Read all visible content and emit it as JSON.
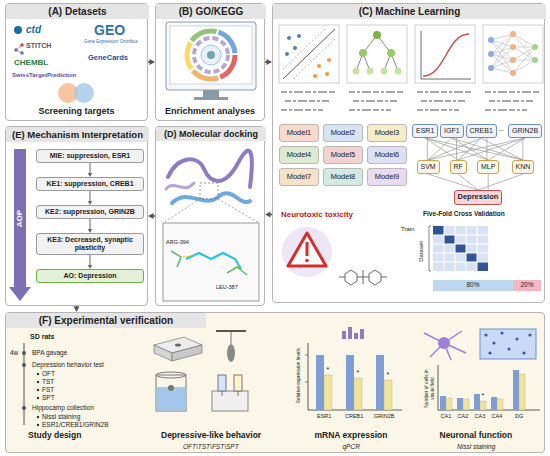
{
  "diagram": {
    "nodes": [
      {
        "text": [
          "(A) Detasets",
          "Screening targets"
        ]
      },
      {
        "text": [
          "(B) GO/KEGG",
          "Enrichment analyses"
        ]
      },
      {
        "text": [
          "(C) Machine Learning"
        ]
      },
      {
        "text": [
          "Model1"
        ],
        "in": 2
      },
      {
        "text": [
          "Model2"
        ],
        "in": 2
      },
      {
        "text": [
          "Model3"
        ],
        "in": 2
      },
      {
        "text": [
          "Model4"
        ],
        "in": 2
      },
      {
        "text": [
          "Model5"
        ],
        "in": 2
      },
      {
        "text": [
          "Model6"
        ],
        "in": 2
      },
      {
        "text": [
          "Model7"
        ],
        "in": 2
      },
      {
        "text": [
          "Model8"
        ],
        "in": 2
      },
      {
        "text": [
          "Model9"
        ],
        "in": 2
      },
      {
        "text": [
          "ESR1"
        ],
        "in": 2
      },
      {
        "text": [
          "IGF1"
        ],
        "in": 2
      },
      {
        "text": [
          "CREB1"
        ],
        "in": 2
      },
      {
        "text": [
          "GRIN2B"
        ],
        "in": 2
      },
      {
        "text": [
          "SVM"
        ],
        "in": 2
      },
      {
        "text": [
          "RF"
        ],
        "in": 2
      },
      {
        "text": [
          "MLP"
        ],
        "in": 2
      },
      {
        "text": [
          "KNN"
        ],
        "in": 2
      },
      {
        "text": [
          "Depression"
        ],
        "in": 2
      },
      {
        "text": [
          "(D) Molecular docking"
        ]
      },
      {
        "text": [
          "(E) Mechanism Interpretation"
        ]
      },
      {
        "text": [
          "MIE: suppression, ESR1"
        ],
        "in": 22
      },
      {
        "text": [
          "KE1: suppression, CREB1"
        ],
        "in": 22
      },
      {
        "text": [
          "KE2: suppression, GRIN2B"
        ],
        "in": 22
      },
      {
        "text": [
          "KE3: Decreased, synaptic plasticity"
        ],
        "in": 22
      },
      {
        "text": [
          "AO: Depression"
        ],
        "in": 22
      },
      {
        "text": [
          "(F) Experimental verification"
        ]
      }
    ],
    "edges": [
      {
        "from": 0,
        "to": 1,
        "arrow": "to"
      },
      {
        "from": 1,
        "to": 2,
        "arrow": "to"
      },
      {
        "from": 2,
        "to": 21,
        "arrow": "to"
      },
      {
        "from": 21,
        "to": 22,
        "arrow": "to"
      },
      {
        "from": 22,
        "to": 28,
        "arrow": "to"
      },
      {
        "from": 12,
        "to": 16,
        "arrow": "none"
      },
      {
        "from": 12,
        "to": 17,
        "arrow": "none"
      },
      {
        "from": 12,
        "to": 18,
        "arrow": "none"
      },
      {
        "from": 12,
        "to": 19,
        "arrow": "none"
      },
      {
        "from": 13,
        "to": 16,
        "arrow": "none"
      },
      {
        "from": 13,
        "to": 17,
        "arrow": "none"
      },
      {
        "from": 13,
        "to": 18,
        "arrow": "none"
      },
      {
        "from": 13,
        "to": 19,
        "arrow": "none"
      },
      {
        "from": 14,
        "to": 16,
        "arrow": "none"
      },
      {
        "from": 14,
        "to": 17,
        "arrow": "none"
      },
      {
        "from": 14,
        "to": 18,
        "arrow": "none"
      },
      {
        "from": 14,
        "to": 19,
        "arrow": "none"
      },
      {
        "from": 15,
        "to": 16,
        "arrow": "none"
      },
      {
        "from": 15,
        "to": 17,
        "arrow": "none"
      },
      {
        "from": 15,
        "to": 18,
        "arrow": "none"
      },
      {
        "from": 15,
        "to": 19,
        "arrow": "none"
      },
      {
        "from": 16,
        "to": 20,
        "arrow": "none"
      },
      {
        "from": 17,
        "to": 20,
        "arrow": "none"
      },
      {
        "from": 18,
        "to": 20,
        "arrow": "none"
      },
      {
        "from": 19,
        "to": 20,
        "arrow": "none"
      },
      {
        "from": 23,
        "to": 24,
        "arrow": "to"
      },
      {
        "from": 24,
        "to": 25,
        "arrow": "to"
      },
      {
        "from": 25,
        "to": 26,
        "arrow": "to"
      },
      {
        "from": 26,
        "to": 27,
        "arrow": "to"
      }
    ],
    "labels": [
      "ctd",
      "STITCH",
      "CHEMBL",
      "SwissTargetPrediction",
      "GEO",
      "Gene Expression Omnibus",
      "GeneCards",
      "...",
      "Train",
      "Five-Fold Cross Validation",
      "Dataset",
      "80%",
      "20%",
      "Neurotoxic toxicity",
      "ARG-394",
      "LEU-387",
      "AOP",
      "SD rats",
      "4w",
      "BPA gavage",
      "Depression behavior test",
      "OFT",
      "TST",
      "FST",
      "SPT",
      "Hippocamp collection",
      "Nissl staining",
      "ESR1/CREB1/GRIN2B",
      "Study design",
      "Depressive-like behavior",
      "OFT\\TST\\FST\\SPT",
      "mRNA expression",
      "qPCR",
      "Neuronal function",
      "Nissl staining",
      "Relative expression levels",
      "ESR1",
      "CREB1",
      "GRIN2B",
      "*",
      "*",
      "*",
      "Number of cells in visual field",
      "CA1",
      "CA2",
      "CA3",
      "CA4",
      "DG",
      "*"
    ]
  }
}
